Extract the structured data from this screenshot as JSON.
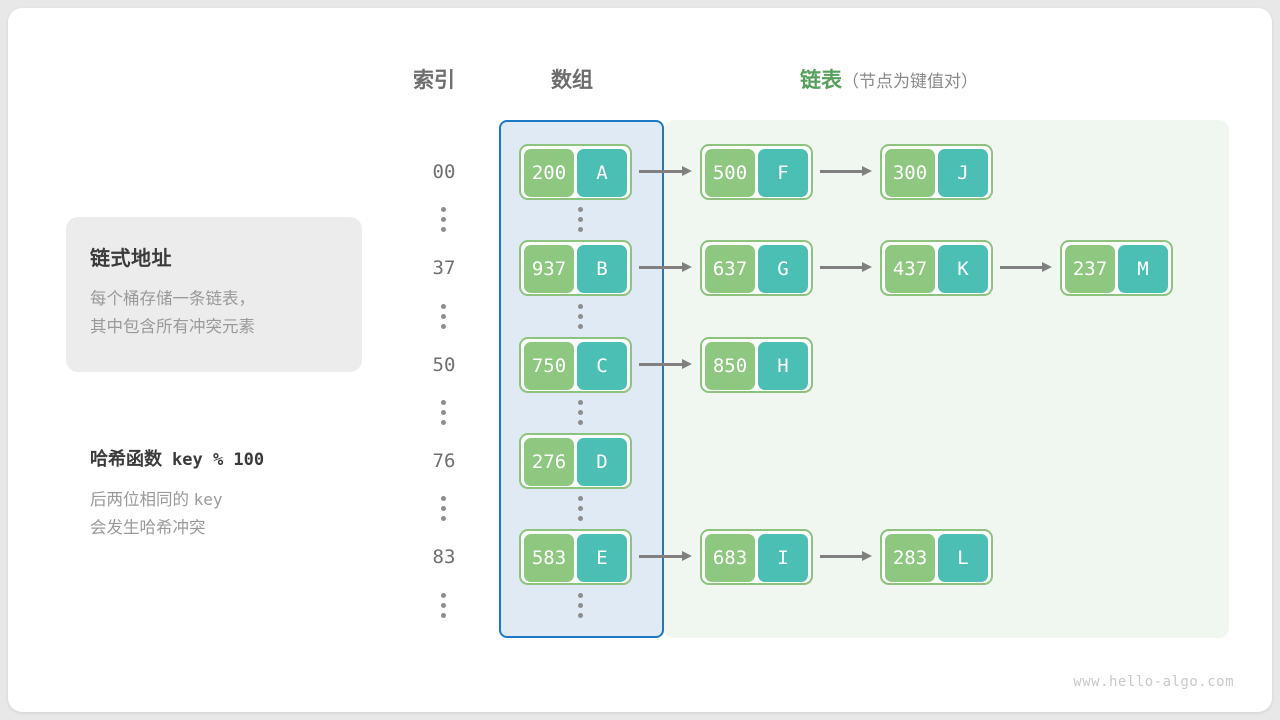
{
  "headers": {
    "index": "索引",
    "array": "数组",
    "list_main": "链表",
    "list_sub": "（节点为键值对）"
  },
  "info_card": {
    "title": "链式地址",
    "line1": "每个桶存储一条链表，",
    "line2": "其中包含所有冲突元素"
  },
  "hash_note": {
    "label": "哈希函数",
    "formula": "key % 100",
    "line1_prefix": "后两位相同的",
    "line1_mono": "key",
    "line2": "会发生哈希冲突"
  },
  "colors": {
    "key_cell": "#8ec77f",
    "value_cell": "#4bbfb4",
    "node_border": "#8dc27f",
    "array_panel_bg": "#dfeaf4",
    "array_panel_border": "#1d79c4",
    "list_panel_bg": "#f0f7f0",
    "arrow": "#808080",
    "heading_gray": "#6e6e6e",
    "heading_green": "#55a05b",
    "card_bg": "#ececec"
  },
  "rows": [
    {
      "index": "00",
      "bucket": {
        "key": "200",
        "value": "A"
      },
      "chain": [
        {
          "key": "500",
          "value": "F"
        },
        {
          "key": "300",
          "value": "J"
        }
      ]
    },
    {
      "index": "37",
      "bucket": {
        "key": "937",
        "value": "B"
      },
      "chain": [
        {
          "key": "637",
          "value": "G"
        },
        {
          "key": "437",
          "value": "K"
        },
        {
          "key": "237",
          "value": "M"
        }
      ]
    },
    {
      "index": "50",
      "bucket": {
        "key": "750",
        "value": "C"
      },
      "chain": [
        {
          "key": "850",
          "value": "H"
        }
      ]
    },
    {
      "index": "76",
      "bucket": {
        "key": "276",
        "value": "D"
      },
      "chain": []
    },
    {
      "index": "83",
      "bucket": {
        "key": "583",
        "value": "E"
      },
      "chain": [
        {
          "key": "683",
          "value": "I"
        },
        {
          "key": "283",
          "value": "L"
        }
      ]
    }
  ],
  "footer": "www.hello-algo.com"
}
